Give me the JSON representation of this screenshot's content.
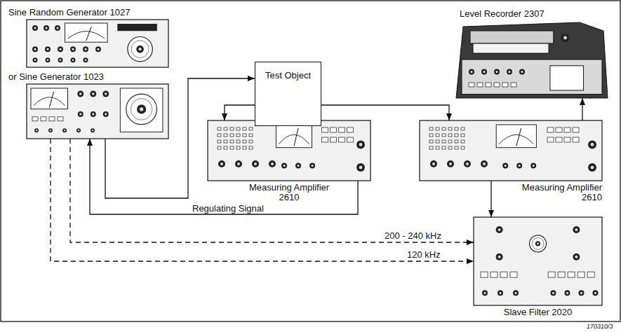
{
  "diagram": {
    "nodes": [
      {
        "text": [
          "Sine Random Generator 1027"
        ]
      },
      {
        "text": [
          "or Sine Generator 1023"
        ]
      },
      {
        "text": [
          "Test Object"
        ]
      },
      {
        "text": [
          "Measuring Amplifier 2610"
        ]
      },
      {
        "text": [
          "Level Recorder 2307"
        ]
      },
      {
        "text": [
          "Measuring Amplifier 2610"
        ]
      },
      {
        "text": [
          "Slave Filter 2020"
        ]
      }
    ],
    "edges": [
      {
        "from": 1,
        "to": 2,
        "arrow": "to"
      },
      {
        "from": 2,
        "to": 3,
        "arrow": "to"
      },
      {
        "from": 2,
        "to": 5,
        "arrow": "to"
      },
      {
        "from": 3,
        "to": 1,
        "label": "Regulating Signal",
        "arrow": "to"
      },
      {
        "from": 1,
        "to": 6,
        "label": "200 - 240 kHz",
        "arrow": "to"
      },
      {
        "from": 1,
        "to": 6,
        "label": "120 kHz",
        "arrow": "to"
      },
      {
        "from": 5,
        "to": 4,
        "arrow": "to"
      },
      {
        "from": 5,
        "to": 6,
        "arrow": "to"
      }
    ],
    "labels": [
      "170310/3"
    ]
  }
}
